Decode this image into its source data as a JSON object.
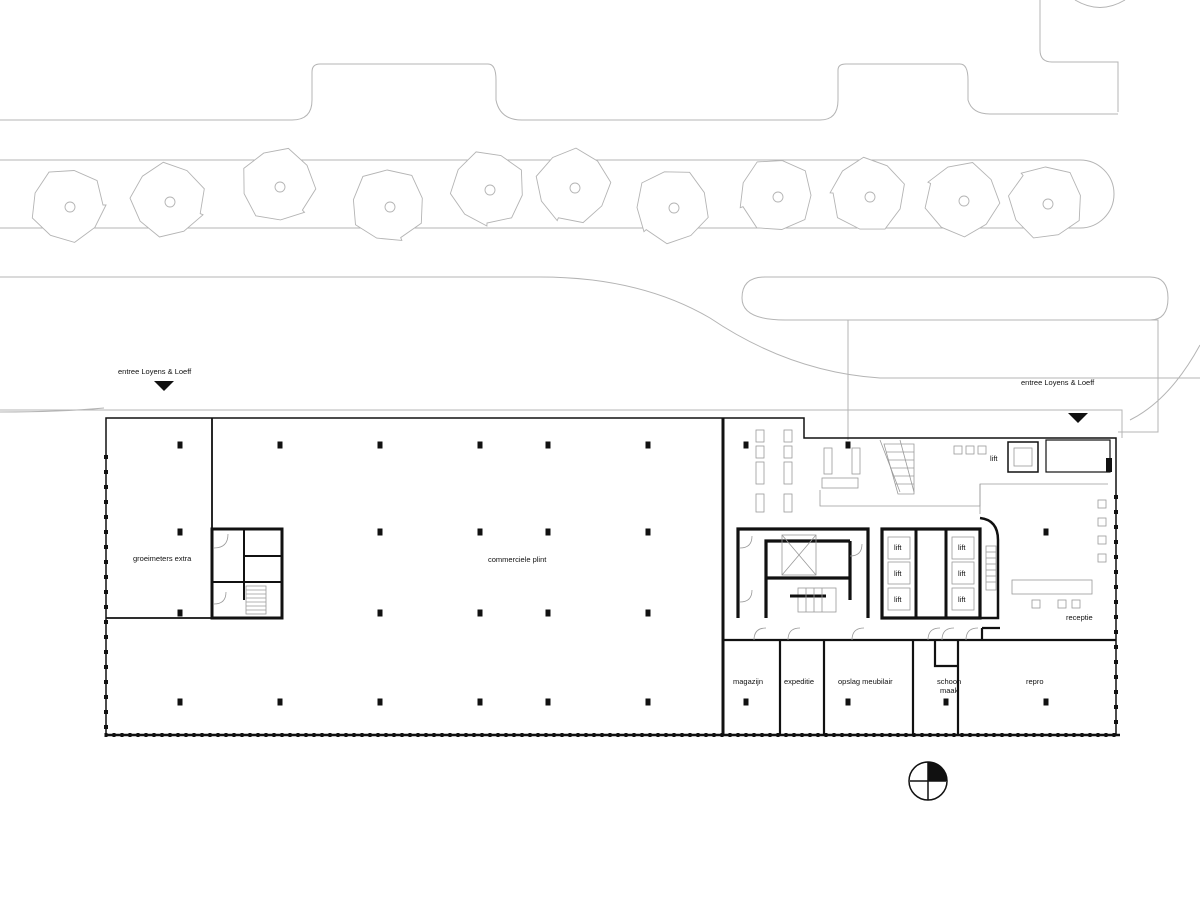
{
  "entrances": {
    "west": "entree Loyens & Loeff",
    "east": "entree Loyens & Loeff"
  },
  "rooms": {
    "groeimeters": "groeimeters extra",
    "commercieel": "commerciele plint",
    "receptie": "receptie",
    "magazijn": "magazijn",
    "expeditie": "expeditie",
    "opslag": "opslag meubilair",
    "schoon_line1": "schoon",
    "schoon_line2": "maak",
    "repro": "repro",
    "lift_main": "lift",
    "lift_cars": [
      "lift",
      "lift",
      "lift",
      "lift",
      "lift",
      "lift"
    ]
  },
  "colors": {
    "walls": "#111111",
    "site_lines": "#b4b4b4",
    "background": "#ffffff"
  },
  "icons": [
    "entrance-arrow-icon",
    "north-arrow-icon",
    "tree-icon"
  ]
}
